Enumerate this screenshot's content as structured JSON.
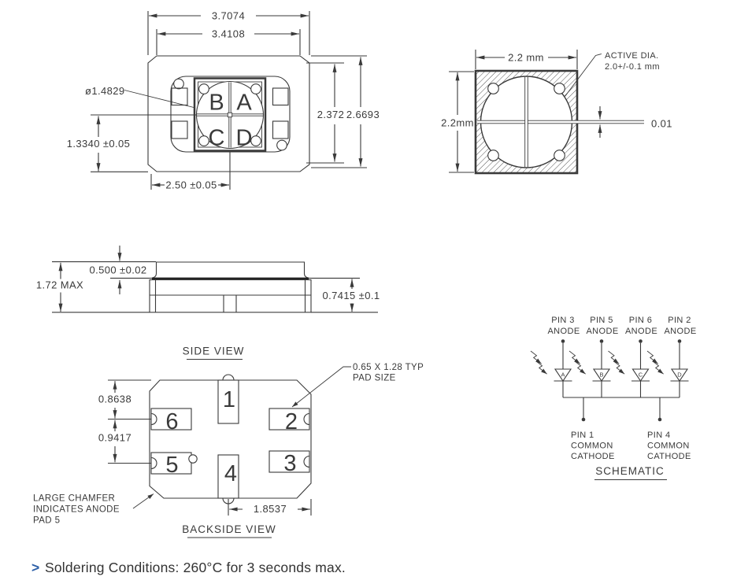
{
  "top_view": {
    "dim_width_outer": "3.7074",
    "dim_width_inner": "3.4108",
    "dim_height_inner": "2.372",
    "dim_height_outer": "2.6693",
    "dim_die_circle": "ø1.4829",
    "dim_center_height": "1.3340 ±0.05",
    "dim_center_width": "2.50 ±0.05",
    "quadrants": {
      "top_left": "B",
      "top_right": "A",
      "bottom_left": "C",
      "bottom_right": "D"
    }
  },
  "active_area_view": {
    "dim_width": "2.2 mm",
    "dim_height": "2.2mm",
    "callout_line1": "ACTIVE DIA.",
    "callout_line2": "2.0+/-0.1 mm",
    "dim_gap": "0.01"
  },
  "side_view": {
    "title": "SIDE VIEW",
    "dim_lens_height": "0.500 ±0.02",
    "dim_total_height": "1.72 MAX",
    "dim_body_height": "0.7415 ±0.1"
  },
  "backside_view": {
    "title": "BACKSIDE VIEW",
    "dim_top_pitch": "0.8638",
    "dim_mid_pitch": "0.9417",
    "dim_pad_span": "1.8537",
    "pad_note_line1": "0.65 X 1.28 TYP",
    "pad_note_line2": "PAD SIZE",
    "chamfer_note_line1": "LARGE CHAMFER",
    "chamfer_note_line2": "INDICATES ANODE",
    "chamfer_note_line3": "PAD 5",
    "pads": {
      "p1": "1",
      "p2": "2",
      "p3": "3",
      "p4": "4",
      "p5": "5",
      "p6": "6"
    }
  },
  "schematic": {
    "title": "SCHEMATIC",
    "anodes": [
      {
        "pin": "PIN 3",
        "label": "ANODE"
      },
      {
        "pin": "PIN 5",
        "label": "ANODE"
      },
      {
        "pin": "PIN 6",
        "label": "ANODE"
      },
      {
        "pin": "PIN 2",
        "label": "ANODE"
      }
    ],
    "diode_labels": [
      "A",
      "B",
      "C",
      "D"
    ],
    "cathodes": [
      {
        "pin": "PIN 1",
        "line2": "COMMON",
        "line3": "CATHODE"
      },
      {
        "pin": "PIN 4",
        "line2": "COMMON",
        "line3": "CATHODE"
      }
    ]
  },
  "footer": {
    "bullet": ">",
    "text": "Soldering Conditions: 260°C for 3 seconds max."
  },
  "colors": {
    "line": "#3a3a3a",
    "accent_blue": "#2b5ea7",
    "text": "#333333"
  }
}
